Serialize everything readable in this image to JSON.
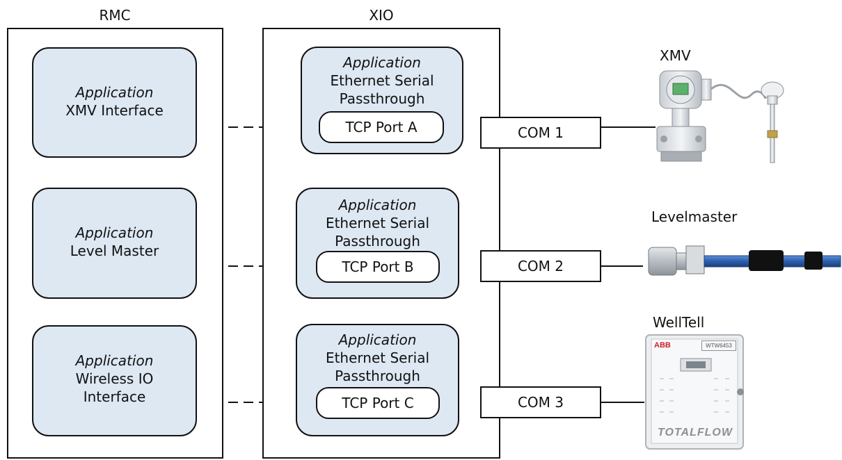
{
  "rmc": {
    "title": "RMC",
    "apps": [
      {
        "italic": "Application",
        "line1": "XMV Interface",
        "line2": ""
      },
      {
        "italic": "Application",
        "line1": "Level Master",
        "line2": ""
      },
      {
        "italic": "Application",
        "line1": "Wireless IO",
        "line2": "Interface"
      }
    ]
  },
  "xio": {
    "title": "XIO",
    "apps": [
      {
        "italic": "Application",
        "line1": "Ethernet Serial",
        "line2": "Passthrough",
        "port": "TCP Port A"
      },
      {
        "italic": "Application",
        "line1": "Ethernet Serial",
        "line2": "Passthrough",
        "port": "TCP Port B"
      },
      {
        "italic": "Application",
        "line1": "Ethernet Serial",
        "line2": "Passthrough",
        "port": "TCP Port C"
      }
    ]
  },
  "coms": [
    "COM 1",
    "COM 2",
    "COM 3"
  ],
  "devices": [
    {
      "name": "XMV",
      "icon": "xmv-transmitter-image"
    },
    {
      "name": "Levelmaster",
      "icon": "levelmaster-probe-image"
    },
    {
      "name": "WellTell",
      "icon": "welltell-enclosure-image",
      "brand": "ABB",
      "model": "WTW6453",
      "logo": "TOTALFLOW"
    }
  ],
  "colors": {
    "app_fill": "#dde8f3",
    "line": "#111111",
    "probe_blue": "#2a5fae"
  }
}
